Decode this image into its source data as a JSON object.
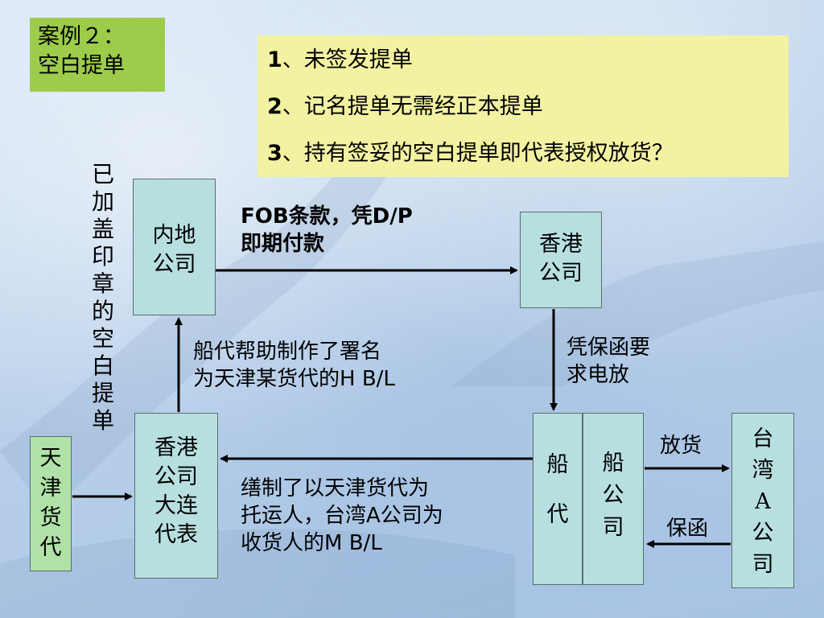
{
  "title": {
    "line1": "案例２：",
    "line2": "空白提单"
  },
  "notes": [
    {
      "num": "1",
      "text": "、未签发提单"
    },
    {
      "num": "2",
      "text": "、记名提单无需经正本提单"
    },
    {
      "num": "3",
      "text": "、持有签妥的空白提单即代表授权放货？"
    }
  ],
  "boxes": {
    "mainland": [
      "内地",
      "公司"
    ],
    "hongkong": [
      "香港",
      "公司"
    ],
    "hk_dalian": [
      "香港",
      "公司",
      "大连",
      "代表"
    ],
    "ship_agent": [
      "船",
      "代"
    ],
    "ship_company": [
      "船",
      "公",
      "司"
    ],
    "taiwan_a": [
      "台",
      "湾",
      "A",
      "公",
      "司"
    ],
    "tianjin": [
      "天",
      "津",
      "货",
      "代"
    ]
  },
  "side_label": [
    "已",
    "加",
    "盖",
    "印",
    "章",
    "的",
    "空",
    "白",
    "提",
    "单"
  ],
  "labels": {
    "fob_line1": "FOB条款，凭D/P",
    "fob_line2": "即期付款",
    "hbl_line1": "船代帮助制作了署名",
    "hbl_line2": "为天津某货代的H B/L",
    "guarantee_line1": "凭保函要",
    "guarantee_line2": "求电放",
    "mbl_line1": "缮制了以天津货代为",
    "mbl_line2": "托运人，台湾A公司为",
    "mbl_line3": "收货人的M B/L",
    "release": "放货",
    "letter": "保函"
  }
}
